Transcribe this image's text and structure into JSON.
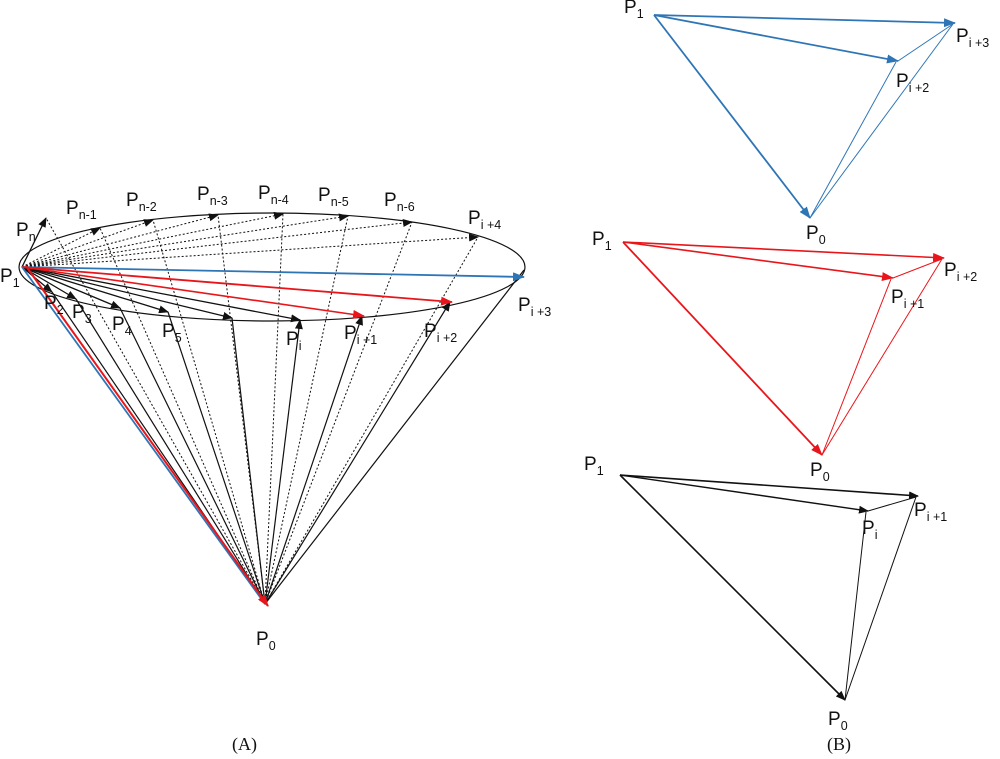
{
  "colors": {
    "black": "#111111",
    "blue": "#2e75b6",
    "red": "#e8161b"
  },
  "panel_a": {
    "caption": "(A)",
    "labels": {
      "pn": [
        "P",
        "n"
      ],
      "pn1": [
        "P",
        "n-1"
      ],
      "pn2": [
        "P",
        "n-2"
      ],
      "pn3": [
        "P",
        "n-3"
      ],
      "pn4": [
        "P",
        "n-4"
      ],
      "pn5": [
        "P",
        "n-5"
      ],
      "pn6": [
        "P",
        "n-6"
      ],
      "pi4": [
        "P",
        "i +4"
      ],
      "p1": [
        "P",
        "1"
      ],
      "pi3": [
        "P",
        "i +3"
      ],
      "p2": [
        "P",
        "2"
      ],
      "p3": [
        "P",
        "3"
      ],
      "p4": [
        "P",
        "4"
      ],
      "p5": [
        "P",
        "5"
      ],
      "pi": [
        "P",
        "i"
      ],
      "pi1": [
        "P",
        "i +1"
      ],
      "pi2": [
        "P",
        "i +2"
      ],
      "p0": [
        "P",
        "0"
      ]
    }
  },
  "panel_b": {
    "caption": "(B)",
    "top": {
      "p1": [
        "P",
        "1"
      ],
      "pi3": [
        "P",
        "i +3"
      ],
      "pi2": [
        "P",
        "i +2"
      ],
      "p0": [
        "P",
        "0"
      ]
    },
    "middle": {
      "p1": [
        "P",
        "1"
      ],
      "pi2": [
        "P",
        "i +2"
      ],
      "pi1": [
        "P",
        "i +1"
      ],
      "p0": [
        "P",
        "0"
      ]
    },
    "bottom": {
      "p1": [
        "P",
        "1"
      ],
      "pi1": [
        "P",
        "i +1"
      ],
      "pi": [
        "P",
        "i"
      ],
      "p0": [
        "P",
        "0"
      ]
    }
  }
}
